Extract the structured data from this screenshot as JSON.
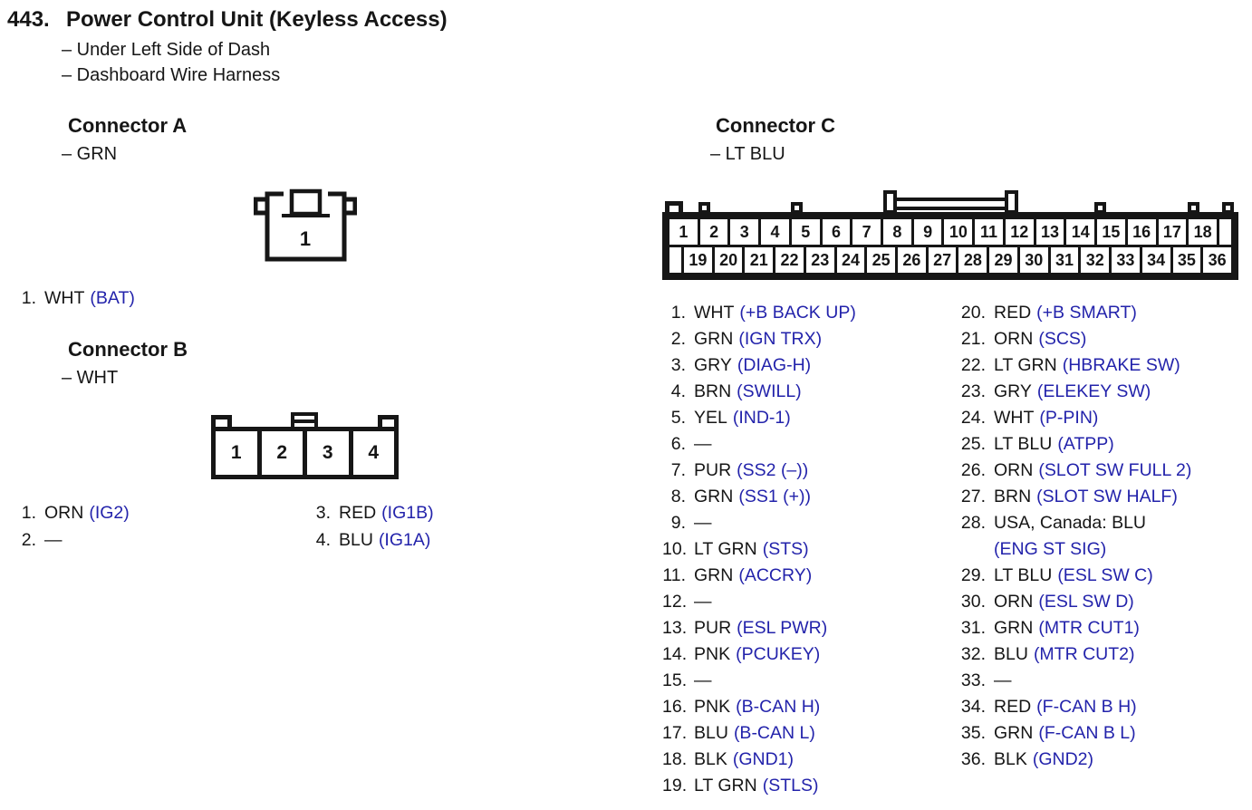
{
  "colors": {
    "ink": "#161616",
    "signal_blue": "#2323ab"
  },
  "header": {
    "section_number": "443.",
    "title": "Power Control Unit (Keyless Access)",
    "location_notes": [
      "– Under Left Side of Dash",
      "– Dashboard Wire Harness"
    ]
  },
  "connector_a": {
    "heading": "Connector A",
    "housing_color": "– GRN",
    "diagram_pins": [
      "1"
    ],
    "pins": [
      {
        "num": "1.",
        "wire": "WHT",
        "signal": "(BAT)"
      }
    ]
  },
  "connector_b": {
    "heading": "Connector B",
    "housing_color": "– WHT",
    "diagram_pins": [
      "1",
      "2",
      "3",
      "4"
    ],
    "pins_col1": [
      {
        "num": "1.",
        "wire": "ORN",
        "signal": "(IG2)"
      },
      {
        "num": "2.",
        "wire": "—"
      }
    ],
    "pins_col2": [
      {
        "num": "3.",
        "wire": "RED",
        "signal": "(IG1B)"
      },
      {
        "num": "4.",
        "wire": "BLU",
        "signal": "(IG1A)"
      }
    ]
  },
  "connector_c": {
    "heading": "Connector C",
    "housing_color": "– LT BLU",
    "diagram_top_row": [
      "1",
      "2",
      "3",
      "4",
      "5",
      "6",
      "7",
      "8",
      "9",
      "10",
      "11",
      "12",
      "13",
      "14",
      "15",
      "16",
      "17",
      "18"
    ],
    "diagram_bottom_row": [
      "19",
      "20",
      "21",
      "22",
      "23",
      "24",
      "25",
      "26",
      "27",
      "28",
      "29",
      "30",
      "31",
      "32",
      "33",
      "34",
      "35",
      "36"
    ],
    "pins_col1": [
      {
        "num": "1.",
        "wire": "WHT",
        "signal": "(+B BACK UP)"
      },
      {
        "num": "2.",
        "wire": "GRN",
        "signal": "(IGN TRX)"
      },
      {
        "num": "3.",
        "wire": "GRY",
        "signal": "(DIAG-H)"
      },
      {
        "num": "4.",
        "wire": "BRN",
        "signal": "(SWILL)"
      },
      {
        "num": "5.",
        "wire": "YEL",
        "signal": "(IND-1)"
      },
      {
        "num": "6.",
        "wire": "—"
      },
      {
        "num": "7.",
        "wire": "PUR",
        "signal": "(SS2 (–))"
      },
      {
        "num": "8.",
        "wire": "GRN",
        "signal": "(SS1 (+))"
      },
      {
        "num": "9.",
        "wire": "—"
      },
      {
        "num": "10.",
        "wire": "LT GRN",
        "signal": "(STS)"
      },
      {
        "num": "11.",
        "wire": "GRN",
        "signal": "(ACCRY)"
      },
      {
        "num": "12.",
        "wire": "—"
      },
      {
        "num": "13.",
        "wire": "PUR",
        "signal": "(ESL PWR)"
      },
      {
        "num": "14.",
        "wire": "PNK",
        "signal": "(PCUKEY)"
      },
      {
        "num": "15.",
        "wire": "—"
      },
      {
        "num": "16.",
        "wire": "PNK",
        "signal": "(B-CAN H)"
      },
      {
        "num": "17.",
        "wire": "BLU",
        "signal": "(B-CAN L)"
      },
      {
        "num": "18.",
        "wire": "BLK",
        "signal": "(GND1)"
      },
      {
        "num": "19.",
        "wire": "LT GRN",
        "signal": "(STLS)"
      }
    ],
    "pins_col2": [
      {
        "num": "20.",
        "wire": "RED",
        "signal": "(+B SMART)"
      },
      {
        "num": "21.",
        "wire": "ORN",
        "signal": "(SCS)"
      },
      {
        "num": "22.",
        "wire": "LT GRN",
        "signal": "(HBRAKE SW)"
      },
      {
        "num": "23.",
        "wire": "GRY",
        "signal": "(ELEKEY SW)"
      },
      {
        "num": "24.",
        "wire": "WHT",
        "signal": "(P-PIN)"
      },
      {
        "num": "25.",
        "wire": "LT BLU",
        "signal": "(ATPP)"
      },
      {
        "num": "26.",
        "wire": "ORN",
        "signal": "(SLOT SW FULL 2)"
      },
      {
        "num": "27.",
        "wire": "BRN",
        "signal": "(SLOT SW HALF)"
      },
      {
        "num": "28.",
        "wire": "USA, Canada: BLU",
        "signal": "(ENG ST SIG)",
        "signal_on_new_line": true
      },
      {
        "num": "29.",
        "wire": "LT BLU",
        "signal": "(ESL SW C)"
      },
      {
        "num": "30.",
        "wire": "ORN",
        "signal": "(ESL SW D)"
      },
      {
        "num": "31.",
        "wire": "GRN",
        "signal": "(MTR CUT1)"
      },
      {
        "num": "32.",
        "wire": "BLU",
        "signal": "(MTR CUT2)"
      },
      {
        "num": "33.",
        "wire": "—"
      },
      {
        "num": "34.",
        "wire": "RED",
        "signal": "(F-CAN B H)"
      },
      {
        "num": "35.",
        "wire": "GRN",
        "signal": "(F-CAN B L)"
      },
      {
        "num": "36.",
        "wire": "BLK",
        "signal": "(GND2)"
      }
    ]
  }
}
